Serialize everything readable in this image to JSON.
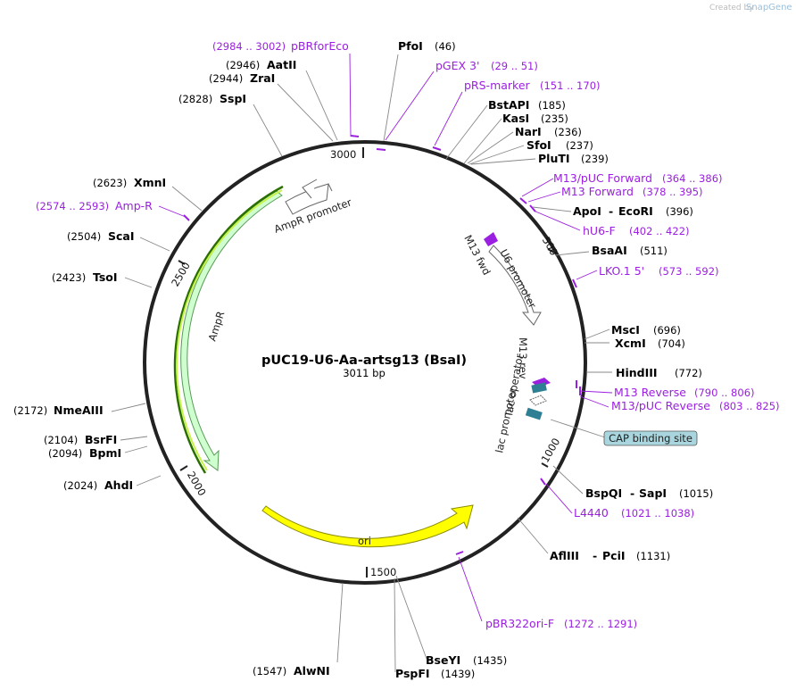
{
  "credit": {
    "created_by": "Created by",
    "brand": "SnapGene"
  },
  "plasmid": {
    "name": "pUC19-U6-Aa-artsg13 (BsaI)",
    "length": "3011 bp"
  },
  "ticks": [
    "500",
    "1000",
    "1500",
    "2000",
    "2500",
    "3000"
  ],
  "features": {
    "ampr": "AmpR",
    "ampr_promoter": "AmpR promoter",
    "ori": "ori",
    "u6_promoter": "U6 promoter",
    "m13_fwd": "M13 fwd",
    "m13_rev": "M13 rev",
    "lac_operator": "lac operator",
    "lac_promoter": "lac promoter",
    "cap_binding_site": "CAP binding site"
  },
  "sites": [
    {
      "name": "PfoI",
      "pos": "(46)"
    },
    {
      "name": "BstAPI",
      "pos": "(185)"
    },
    {
      "name": "KasI",
      "pos": "(235)"
    },
    {
      "name": "NarI",
      "pos": "(236)"
    },
    {
      "name": "SfoI",
      "pos": "(237)"
    },
    {
      "name": "PluTI",
      "pos": "(239)"
    },
    {
      "name": "ApoI",
      "name2": "EcoRI",
      "pos": "(396)"
    },
    {
      "name": "BsaAI",
      "pos": "(511)"
    },
    {
      "name": "MscI",
      "pos": "(696)"
    },
    {
      "name": "XcmI",
      "pos": "(704)"
    },
    {
      "name": "HindIII",
      "pos": "(772)"
    },
    {
      "name": "BspQI",
      "name2": "SapI",
      "pos": "(1015)"
    },
    {
      "name": "AflIII",
      "name2": "PciI",
      "pos": "(1131)"
    },
    {
      "name": "BseYI",
      "pos": "(1435)"
    },
    {
      "name": "PspFI",
      "pos": "(1439)"
    },
    {
      "name": "AlwNI",
      "pos": "(1547)"
    },
    {
      "name": "AhdI",
      "pos": "(2024)"
    },
    {
      "name": "BpmI",
      "pos": "(2094)"
    },
    {
      "name": "BsrFI",
      "pos": "(2104)"
    },
    {
      "name": "NmeAIII",
      "pos": "(2172)"
    },
    {
      "name": "TsoI",
      "pos": "(2423)"
    },
    {
      "name": "ScaI",
      "pos": "(2504)"
    },
    {
      "name": "XmnI",
      "pos": "(2623)"
    },
    {
      "name": "SspI",
      "pos": "(2828)"
    },
    {
      "name": "ZraI",
      "pos": "(2944)"
    },
    {
      "name": "AatII",
      "pos": "(2946)"
    }
  ],
  "primers": [
    {
      "name": "pBRforEco",
      "pos": "(2984 .. 3002)"
    },
    {
      "name": "pGEX 3'",
      "pos": "(29 .. 51)"
    },
    {
      "name": "pRS-marker",
      "pos": "(151 .. 170)"
    },
    {
      "name": "M13/pUC Forward",
      "pos": "(364 .. 386)"
    },
    {
      "name": "M13 Forward",
      "pos": "(378 .. 395)"
    },
    {
      "name": "hU6-F",
      "pos": "(402 .. 422)"
    },
    {
      "name": "LKO.1 5'",
      "pos": "(573 .. 592)"
    },
    {
      "name": "M13 Reverse",
      "pos": "(790 .. 806)"
    },
    {
      "name": "M13/pUC Reverse",
      "pos": "(803 .. 825)"
    },
    {
      "name": "L4440",
      "pos": "(1021 .. 1038)"
    },
    {
      "name": "pBR322ori-F",
      "pos": "(1272 .. 1291)"
    },
    {
      "name": "Amp-R",
      "pos": "(2574 .. 2593)"
    }
  ],
  "colors": {
    "primer": "#9b1fe0",
    "ampr_fill": "#cfffcf",
    "ori_fill": "#ffff00",
    "cap_fill": "#a9d6de",
    "lac_fill": "#2e7f93",
    "backbone": "#222222"
  }
}
